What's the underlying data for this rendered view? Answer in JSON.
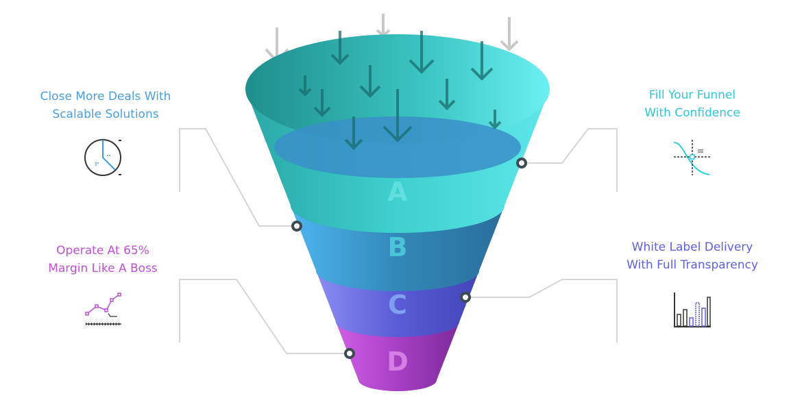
{
  "stages": [
    {
      "letter": "A",
      "color": "#3fd0cf"
    },
    {
      "letter": "B",
      "color": "#3d9cd6"
    },
    {
      "letter": "C",
      "color": "#6668df"
    },
    {
      "letter": "D",
      "color": "#b143cb"
    }
  ],
  "callouts": {
    "top_left": {
      "line1": "Close More Deals With",
      "line2": "Scalable Solutions",
      "color": "#4a9fe0",
      "icon": "pie-chart-icon"
    },
    "top_right": {
      "line1": "Fill Your Funnel",
      "line2": "With Confidence",
      "color": "#2dc6dc",
      "icon": "curve-graph-icon"
    },
    "bottom_left": {
      "line1": "Operate At 65%",
      "line2": "Margin Like A Boss",
      "color": "#c04fd8",
      "icon": "line-chart-icon"
    },
    "bottom_right": {
      "line1": "White Label Delivery",
      "line2": "With Full Transparency",
      "color": "#5f5fe0",
      "icon": "bar-chart-icon"
    }
  }
}
